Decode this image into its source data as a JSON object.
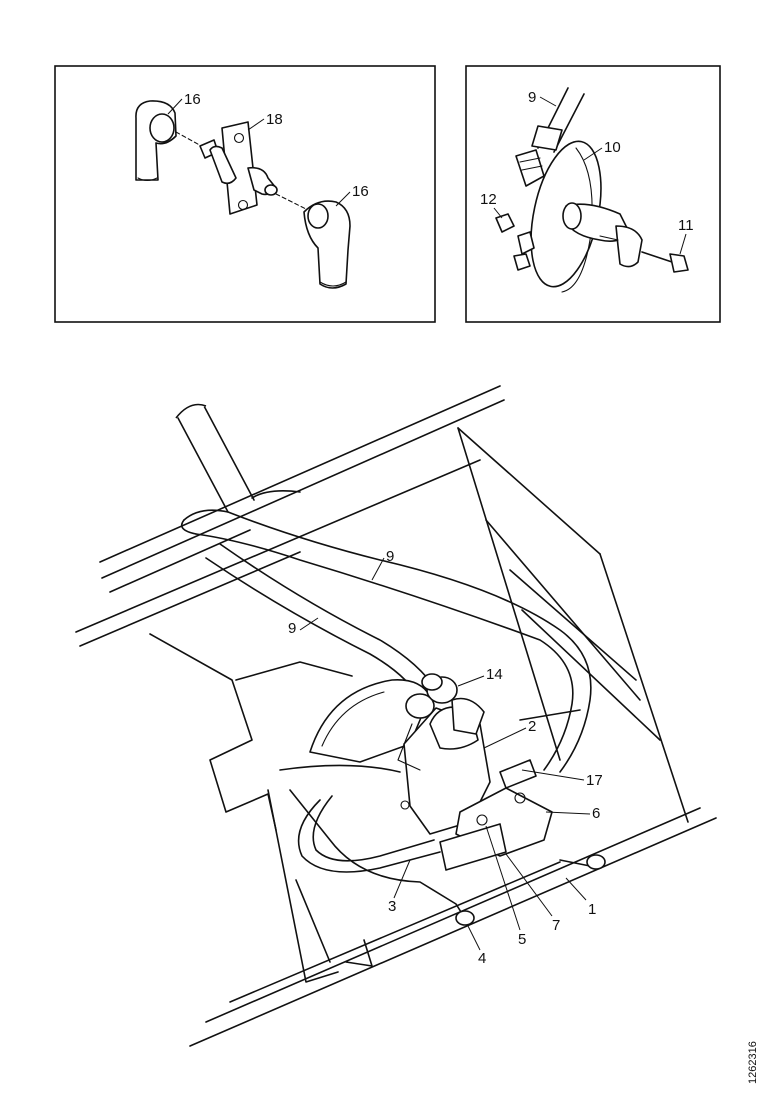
{
  "inset_left": {
    "callouts": [
      {
        "id": "c16a",
        "text": "16"
      },
      {
        "id": "c18",
        "text": "18"
      },
      {
        "id": "c16b",
        "text": "16"
      }
    ]
  },
  "inset_right": {
    "callouts": [
      {
        "id": "c9r",
        "text": "9"
      },
      {
        "id": "c10",
        "text": "10"
      },
      {
        "id": "c12",
        "text": "12"
      },
      {
        "id": "c11",
        "text": "11"
      }
    ]
  },
  "main": {
    "callouts": [
      {
        "id": "m9a",
        "text": "9"
      },
      {
        "id": "m9b",
        "text": "9"
      },
      {
        "id": "m14",
        "text": "14"
      },
      {
        "id": "m2",
        "text": "2"
      },
      {
        "id": "m17",
        "text": "17"
      },
      {
        "id": "m6",
        "text": "6"
      },
      {
        "id": "m1",
        "text": "1"
      },
      {
        "id": "m7",
        "text": "7"
      },
      {
        "id": "m5",
        "text": "5"
      },
      {
        "id": "m4",
        "text": "4"
      },
      {
        "id": "m3",
        "text": "3"
      }
    ]
  },
  "doc_id": "1262316"
}
